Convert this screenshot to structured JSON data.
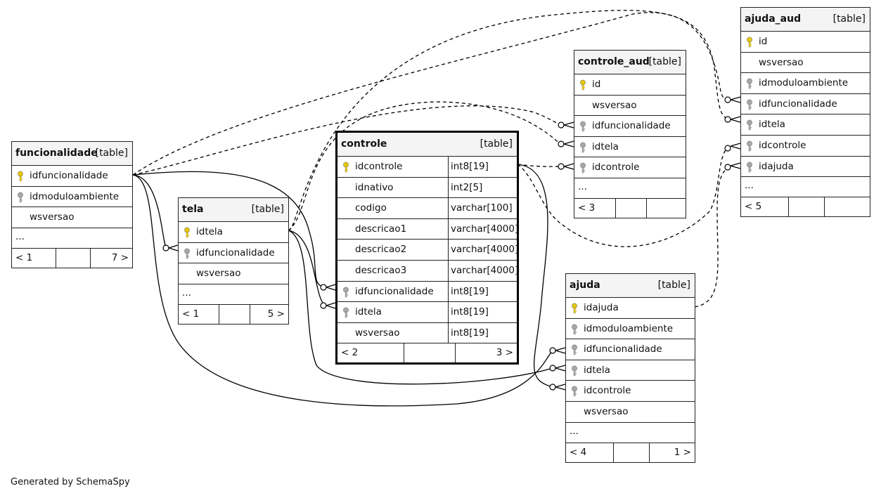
{
  "footer_text": "Generated by SchemaSpy",
  "tables": {
    "funcionalidade": {
      "name": "funcionalidade",
      "kind": "[table]",
      "columns": [
        {
          "name": "idfuncionalidade",
          "key": "pk"
        },
        {
          "name": "idmoduloambiente",
          "key": "fk"
        },
        {
          "name": "wsversao",
          "key": "none"
        }
      ],
      "more": "...",
      "parents": "< 1",
      "children": "7 >"
    },
    "tela": {
      "name": "tela",
      "kind": "[table]",
      "columns": [
        {
          "name": "idtela",
          "key": "pk"
        },
        {
          "name": "idfuncionalidade",
          "key": "fk"
        },
        {
          "name": "wsversao",
          "key": "none"
        }
      ],
      "more": "...",
      "parents": "< 1",
      "children": "5 >"
    },
    "controle": {
      "name": "controle",
      "kind": "[table]",
      "columns": [
        {
          "name": "idcontrole",
          "type": "int8[19]",
          "key": "pk"
        },
        {
          "name": "idnativo",
          "type": "int2[5]",
          "key": "none"
        },
        {
          "name": "codigo",
          "type": "varchar[100]",
          "key": "none"
        },
        {
          "name": "descricao1",
          "type": "varchar[4000]",
          "key": "none"
        },
        {
          "name": "descricao2",
          "type": "varchar[4000]",
          "key": "none"
        },
        {
          "name": "descricao3",
          "type": "varchar[4000]",
          "key": "none"
        },
        {
          "name": "idfuncionalidade",
          "type": "int8[19]",
          "key": "fk"
        },
        {
          "name": "idtela",
          "type": "int8[19]",
          "key": "fk"
        },
        {
          "name": "wsversao",
          "type": "int8[19]",
          "key": "none"
        }
      ],
      "parents": "< 2",
      "children": "3 >"
    },
    "controle_aud": {
      "name": "controle_aud",
      "kind": "[table]",
      "columns": [
        {
          "name": "id",
          "key": "pk"
        },
        {
          "name": "wsversao",
          "key": "none"
        },
        {
          "name": "idfuncionalidade",
          "key": "fk"
        },
        {
          "name": "idtela",
          "key": "fk"
        },
        {
          "name": "idcontrole",
          "key": "fk"
        }
      ],
      "more": "...",
      "parents": "< 3",
      "children": ""
    },
    "ajuda_aud": {
      "name": "ajuda_aud",
      "kind": "[table]",
      "columns": [
        {
          "name": "id",
          "key": "pk"
        },
        {
          "name": "wsversao",
          "key": "none"
        },
        {
          "name": "idmoduloambiente",
          "key": "fk"
        },
        {
          "name": "idfuncionalidade",
          "key": "fk"
        },
        {
          "name": "idtela",
          "key": "fk"
        },
        {
          "name": "idcontrole",
          "key": "fk"
        },
        {
          "name": "idajuda",
          "key": "fk"
        }
      ],
      "more": "...",
      "parents": "< 5",
      "children": ""
    },
    "ajuda": {
      "name": "ajuda",
      "kind": "[table]",
      "columns": [
        {
          "name": "idajuda",
          "key": "pk"
        },
        {
          "name": "idmoduloambiente",
          "key": "fk"
        },
        {
          "name": "idfuncionalidade",
          "key": "fk"
        },
        {
          "name": "idtela",
          "key": "fk"
        },
        {
          "name": "idcontrole",
          "key": "fk"
        },
        {
          "name": "wsversao",
          "key": "none"
        }
      ],
      "more": "...",
      "parents": "< 4",
      "children": "1 >"
    }
  },
  "colors": {
    "primary_key": "#e8c800",
    "foreign_key": "#a8a8a8",
    "line": "#000000"
  }
}
